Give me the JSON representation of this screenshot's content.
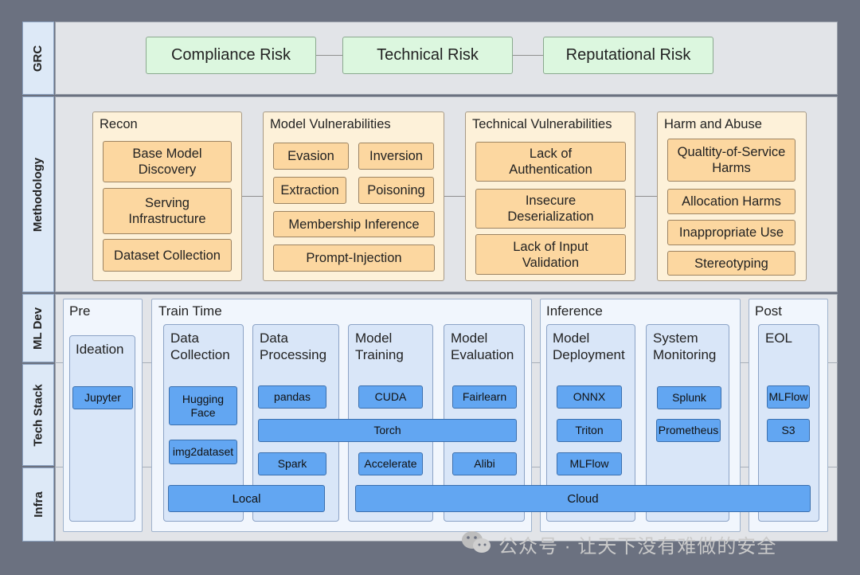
{
  "lanes": {
    "grc": "GRC",
    "methodology": "Methodology",
    "ml_dev": "ML Dev",
    "tech_stack": "Tech Stack",
    "infra": "Infra"
  },
  "grc": {
    "compliance": "Compliance Risk",
    "technical": "Technical Risk",
    "reputational": "Reputational Risk"
  },
  "methodology": {
    "recon": {
      "title": "Recon",
      "items": [
        "Base Model\nDiscovery",
        "Serving\nInfrastructure",
        "Dataset Collection"
      ]
    },
    "model_vulns": {
      "title": "Model Vulnerabilities",
      "items": [
        "Evasion",
        "Inversion",
        "Extraction",
        "Poisoning",
        "Membership Inference",
        "Prompt-Injection"
      ]
    },
    "tech_vulns": {
      "title": "Technical Vulnerabilities",
      "items": [
        "Lack of\nAuthentication",
        "Insecure\nDeserialization",
        "Lack of Input\nValidation"
      ]
    },
    "harm": {
      "title": "Harm and Abuse",
      "items": [
        "Qualtity-of-Service\nHarms",
        "Allocation  Harms",
        "Inappropriate Use",
        "Stereotyping"
      ]
    }
  },
  "phases": {
    "pre": "Pre",
    "train": "Train Time",
    "inference": "Inference",
    "post": "Post"
  },
  "stages": {
    "ideation": "Ideation",
    "data_collection": "Data\nCollection",
    "data_processing": "Data\nProcessing",
    "model_training": "Model\nTraining",
    "model_evaluation": "Model\nEvaluation",
    "model_deployment": "Model\nDeployment",
    "system_monitoring": "System\nMonitoring",
    "eol": "EOL"
  },
  "tools": {
    "jupyter": "Jupyter",
    "hugging_face": "Hugging\nFace",
    "img2dataset": "img2dataset",
    "pandas": "pandas",
    "spark": "Spark",
    "cuda": "CUDA",
    "torch": "Torch",
    "accelerate": "Accelerate",
    "fairlearn": "Fairlearn",
    "alibi": "Alibi",
    "onnx": "ONNX",
    "triton": "Triton",
    "mlflow_deploy": "MLFlow",
    "splunk": "Splunk",
    "prometheus": "Prometheus",
    "mlflow_eol": "MLFlow",
    "s3": "S3",
    "local": "Local",
    "cloud": "Cloud"
  },
  "watermark": "公众号 · 让天下没有难做的安全",
  "colors": {
    "risk_fill": "#dcf7df",
    "method_group": "#fdf1d9",
    "method_box": "#fcd7a0",
    "stage_fill": "#d9e6f8",
    "tool_fill": "#62a6f2",
    "background": "#6b7180"
  }
}
